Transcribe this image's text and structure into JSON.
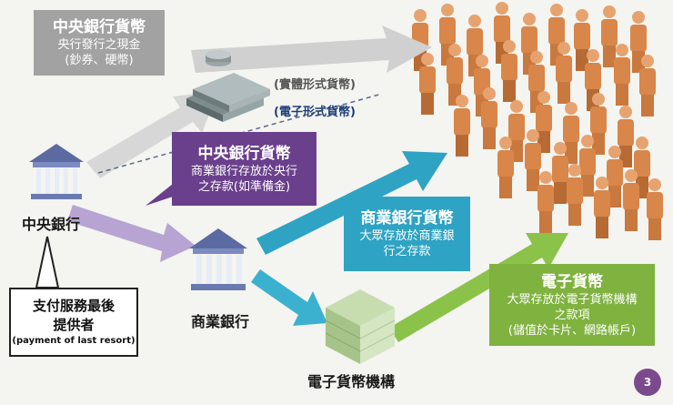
{
  "callouts": {
    "cb_physical": {
      "title": "中央銀行貨幣",
      "line1": "央行發行之現金",
      "line2": "(鈔券、硬幣)"
    },
    "cb_reserve": {
      "title": "中央銀行貨幣",
      "line1": "商業銀行存放於央行",
      "line2": "之存款(如準備金)"
    },
    "commercial_money": {
      "title": "商業銀行貨幣",
      "line1": "大眾存放於商業銀",
      "line2": "行之存款"
    },
    "e_money": {
      "title": "電子貨幣",
      "line1": "大眾存放於電子貨幣機構",
      "line2": "之款項",
      "line3": "(儲值於卡片、網路帳戶)"
    }
  },
  "form_labels": {
    "physical": "(實體形式貨幣)",
    "electronic": "(電子形式貨幣)"
  },
  "entities": {
    "central_bank": "中央銀行",
    "commercial_bank": "商業銀行",
    "emoney_institution": "電子貨幣機構"
  },
  "last_resort": {
    "zh_line1": "支付服務最後",
    "zh_line2": "提供者",
    "en": "(payment of last resort)"
  },
  "page_number": "3",
  "colors": {
    "gray_box": "#a2a2a2",
    "purple_box": "#6a3f8c",
    "teal_box": "#2fa3c3",
    "green_box": "#7fb23f",
    "person": "#d8864a",
    "background": "#f4f4f0",
    "physical_label": "#555555",
    "electronic_label": "#1f3f78"
  }
}
